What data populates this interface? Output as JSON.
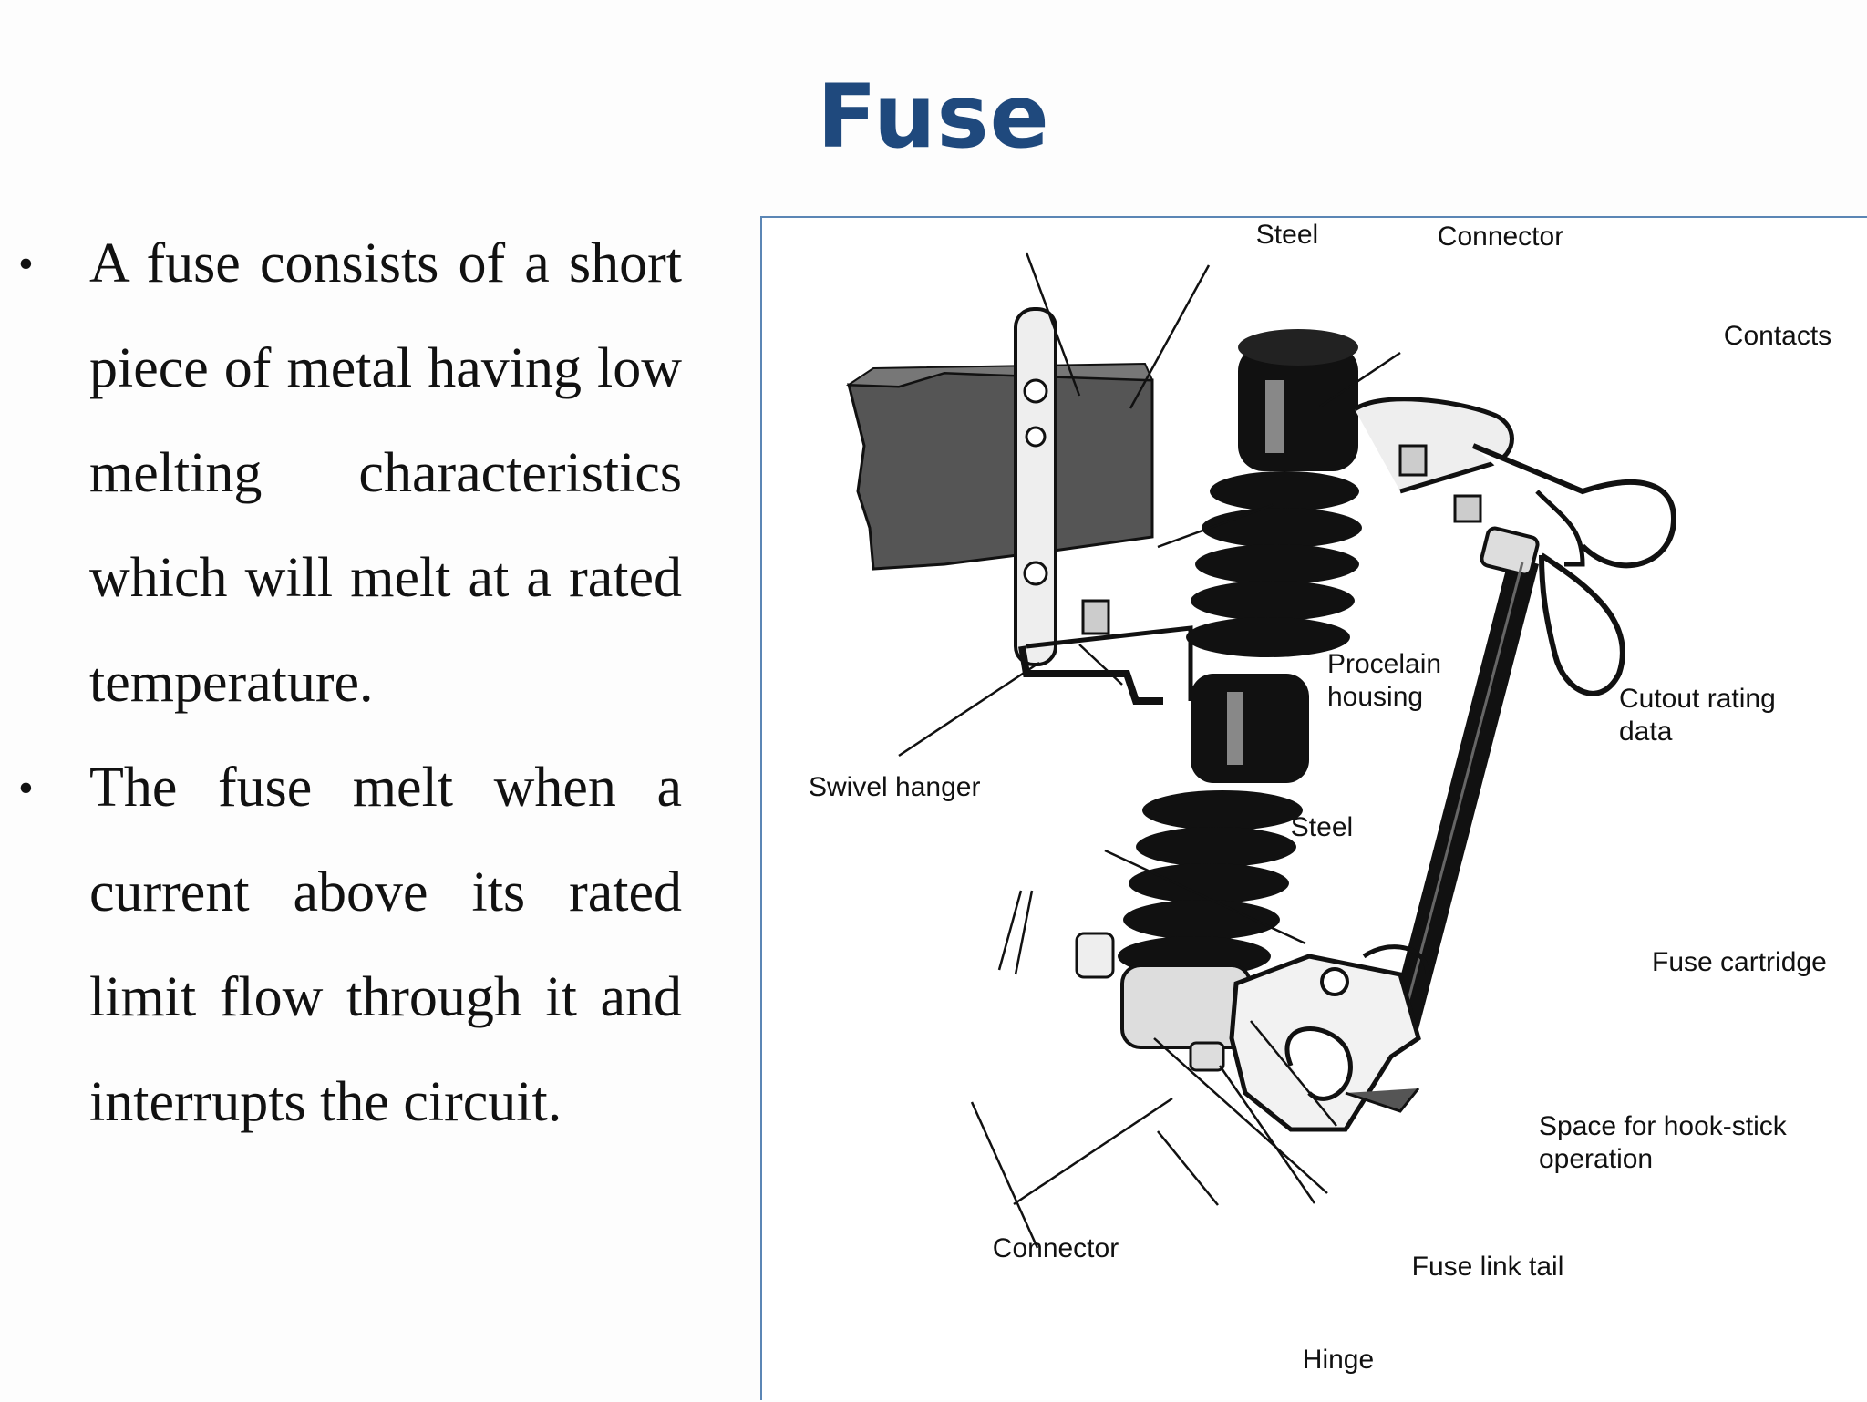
{
  "slide": {
    "title": "Fuse"
  },
  "bullets": [
    {
      "symbol": "•",
      "text": "A fuse consists of a short piece of metal having low melting characteristics which will melt at a rated temperature."
    },
    {
      "symbol": "•",
      "text": "The fuse melt when a current above its rated limit flow through it and interrupts the circuit."
    }
  ],
  "figure": {
    "labels": {
      "steel_top": "Steel",
      "connector_top": "Connector",
      "contacts": "Contacts",
      "porcelain_line1": "Procelain",
      "porcelain_line2": "housing",
      "cutout_line1": "Cutout rating",
      "cutout_line2": "data",
      "swivel_hanger": "Swivel hanger",
      "steel_mid": "Steel",
      "fuse_cartridge": "Fuse cartridge",
      "hookstick_line1": "Space for hook-stick",
      "hookstick_line2": "operation",
      "connector_bottom": "Connector",
      "fuse_link_tail": "Fuse link tail",
      "hinge": "Hinge"
    }
  },
  "colors": {
    "title": "#1f497d",
    "frame_border": "#5b86b5"
  }
}
